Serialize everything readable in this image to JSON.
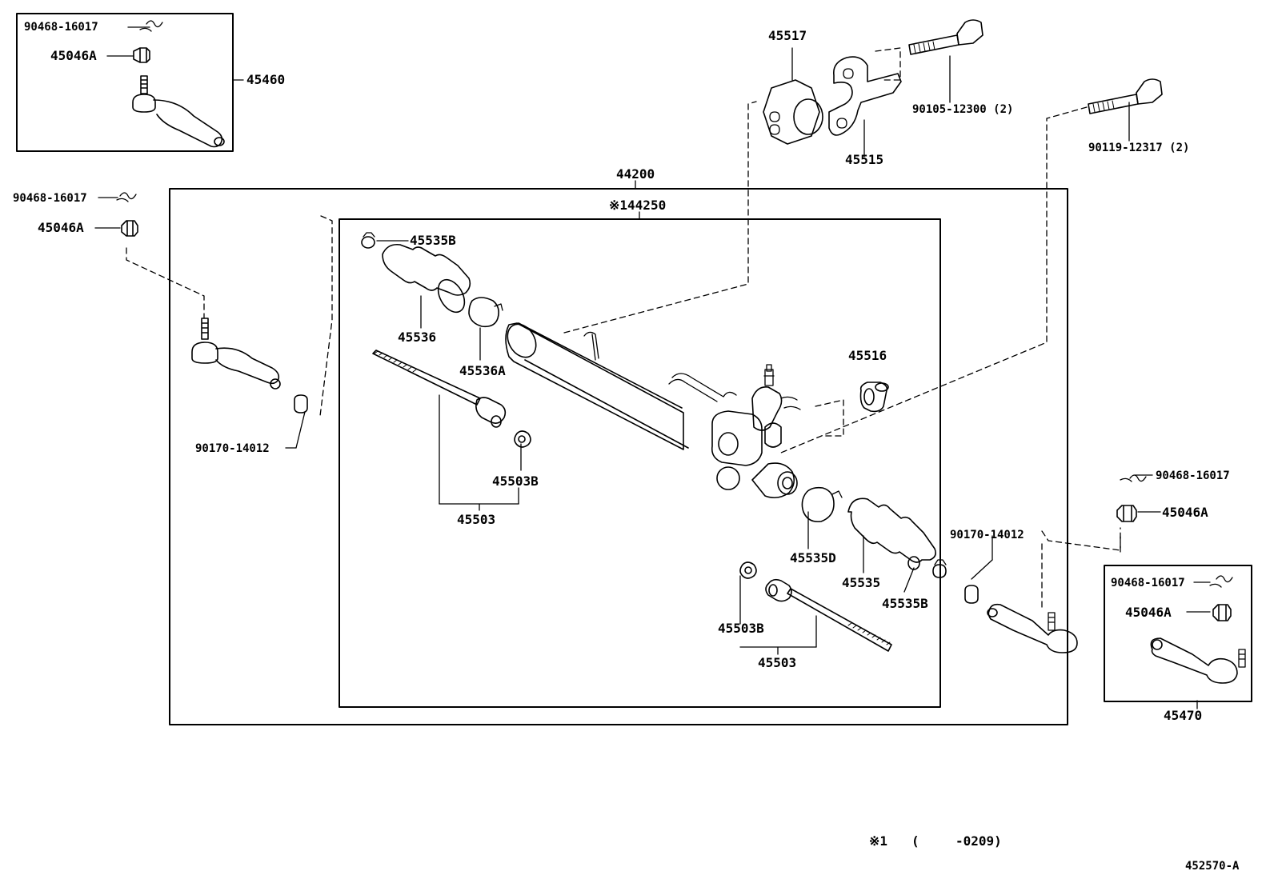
{
  "labels": {
    "p44200": "44200",
    "p144250": "※144250",
    "p45460": "45460",
    "p45470": "45470",
    "p45517": "45517",
    "p45515": "45515",
    "p45516": "45516",
    "p90105": "90105-12300 (2)",
    "p90119": "90119-12317 (2)",
    "tl_clip": "90468-16017",
    "tl_nut": "45046A",
    "l_clip": "90468-16017",
    "l_nut": "45046A",
    "l_locknut": "90170-14012",
    "r_clip": "90468-16017",
    "r_nut": "45046A",
    "r_locknut": "90170-14012",
    "br_clip": "90468-16017",
    "br_nut": "45046A",
    "p45535B_top": "45535B",
    "p45536": "45536",
    "p45536A": "45536A",
    "p45503B_left": "45503B",
    "p45503_left": "45503",
    "p45535D": "45535D",
    "p45535": "45535",
    "p45535B_bottom": "45535B",
    "p45503B_right": "45503B",
    "p45503_right": "45503"
  },
  "footnote": {
    "symbol": "※1",
    "open": "(",
    "range": "-0209)"
  },
  "figure_id": "452570-A"
}
